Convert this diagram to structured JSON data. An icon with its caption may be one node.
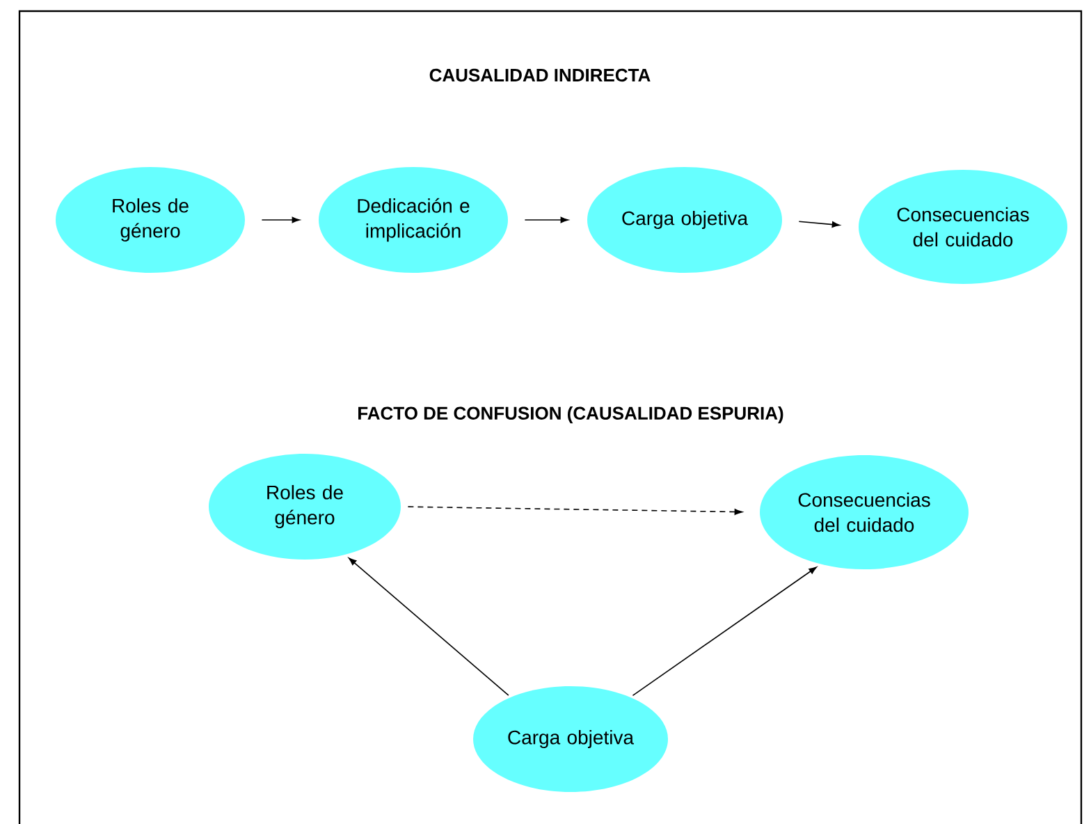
{
  "diagram": {
    "title": "CAUSALIDAD INDIRECTA",
    "nodes": [
      {
        "text": [
          "Roles de género"
        ]
      },
      {
        "text": [
          "Dedicación e implicación"
        ]
      },
      {
        "text": [
          "Carga objetiva"
        ]
      },
      {
        "text": [
          "Consecuencias del cuidado"
        ]
      },
      {
        "text": [
          "Roles de género"
        ]
      },
      {
        "text": [
          "Consecuencias del cuidado"
        ]
      },
      {
        "text": [
          "Carga objetiva"
        ]
      }
    ],
    "edges": [
      {
        "from": 0,
        "to": 1,
        "arrow": "to"
      },
      {
        "from": 1,
        "to": 2,
        "arrow": "to"
      },
      {
        "from": 2,
        "to": 3,
        "arrow": "to"
      },
      {
        "from": 4,
        "to": 5,
        "arrow": "to",
        "style": "dashed"
      },
      {
        "from": 6,
        "to": 4,
        "arrow": "to"
      },
      {
        "from": 6,
        "to": 5,
        "arrow": "to"
      }
    ],
    "labels": [
      "FACTO DE CONFUSION (CAUSALIDAD ESPURIA)"
    ]
  }
}
